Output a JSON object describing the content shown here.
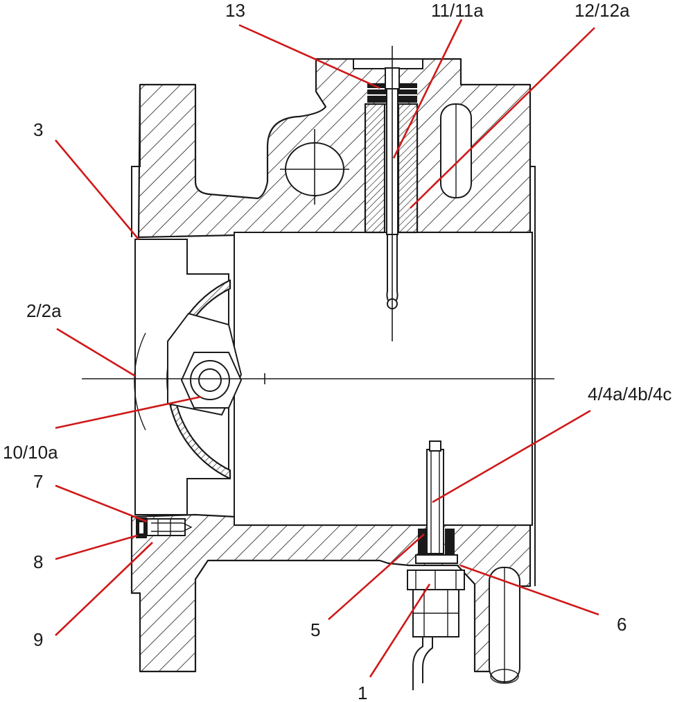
{
  "labels": {
    "l13": "13",
    "l11": "11/11a",
    "l12": "12/12a",
    "l3": "3",
    "l2": "2/2a",
    "l10": "10/10a",
    "l4": "4/4a/4b/4c",
    "l7": "7",
    "l8": "8",
    "l9": "9",
    "l5": "5",
    "l6": "6",
    "l1": "1"
  },
  "colors": {
    "leader": "#d01818",
    "ink": "#1a1a1a",
    "background": "#ffffff"
  }
}
